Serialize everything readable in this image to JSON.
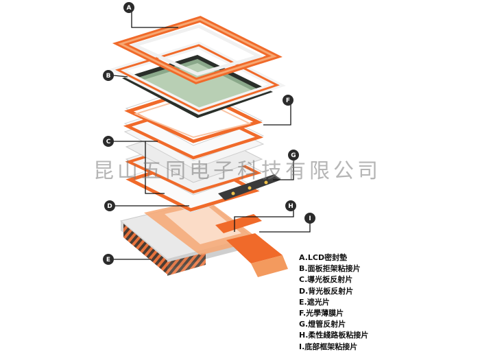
{
  "colors": {
    "accent_orange": "#f06a2a",
    "light_orange": "#f9b48e",
    "frame_white": "#f3f3f3",
    "panel_dark": "#2a2f2a",
    "panel_green": "#8aa88a",
    "callout_dark": "#2b2b2b"
  },
  "callouts": {
    "a": "A",
    "b": "B",
    "c": "C",
    "d": "D",
    "e": "E",
    "f": "F",
    "g": "G",
    "h": "H",
    "i": "I"
  },
  "watermark": "昆山五同电子科技有限公司",
  "legend": [
    "A.LCD密封墊",
    "B.面板拒架粘接片",
    "C.導光板反射片",
    "D.背光板反射片",
    "E.遮光片",
    "F.光學薄膜片",
    "G.燈管反射片",
    "H.柔性綫路板粘接片",
    "I.底部框架粘接片"
  ]
}
